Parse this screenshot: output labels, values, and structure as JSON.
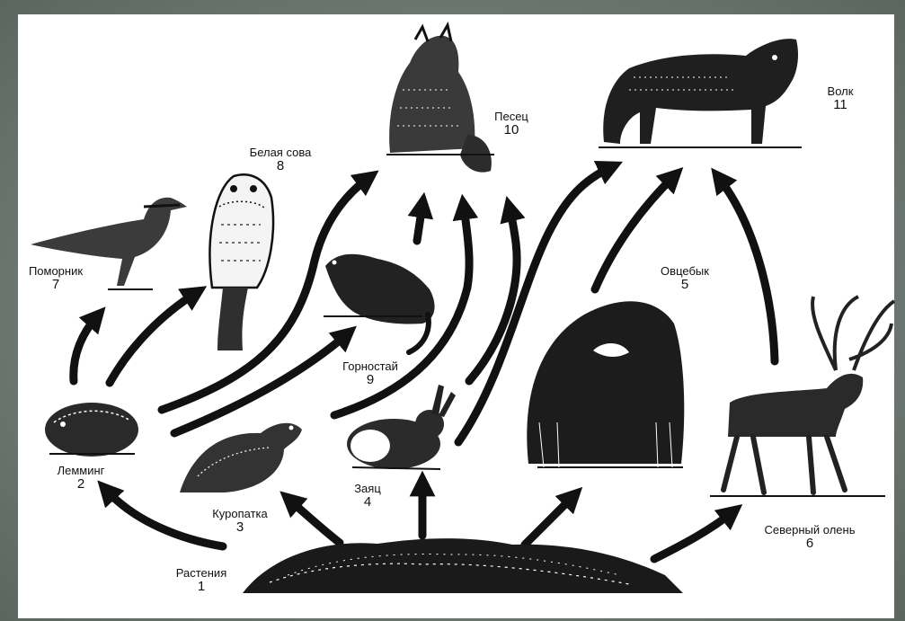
{
  "organisms": {
    "plants": {
      "name": "Растения",
      "number": "1"
    },
    "lemming": {
      "name": "Лемминг",
      "number": "2"
    },
    "ptarmigan": {
      "name": "Куропатка",
      "number": "3"
    },
    "hare": {
      "name": "Заяц",
      "number": "4"
    },
    "muskox": {
      "name": "Овцебык",
      "number": "5"
    },
    "reindeer": {
      "name": "Северный олень",
      "number": "6"
    },
    "skua": {
      "name": "Поморник",
      "number": "7"
    },
    "owl": {
      "name": "Белая сова",
      "number": "8"
    },
    "stoat": {
      "name": "Горностай",
      "number": "9"
    },
    "fox": {
      "name": "Песец",
      "number": "10"
    },
    "wolf": {
      "name": "Волк",
      "number": "11"
    }
  },
  "colors": {
    "ink": "#111111",
    "paper": "#ffffff",
    "background": "#6f7a74"
  }
}
